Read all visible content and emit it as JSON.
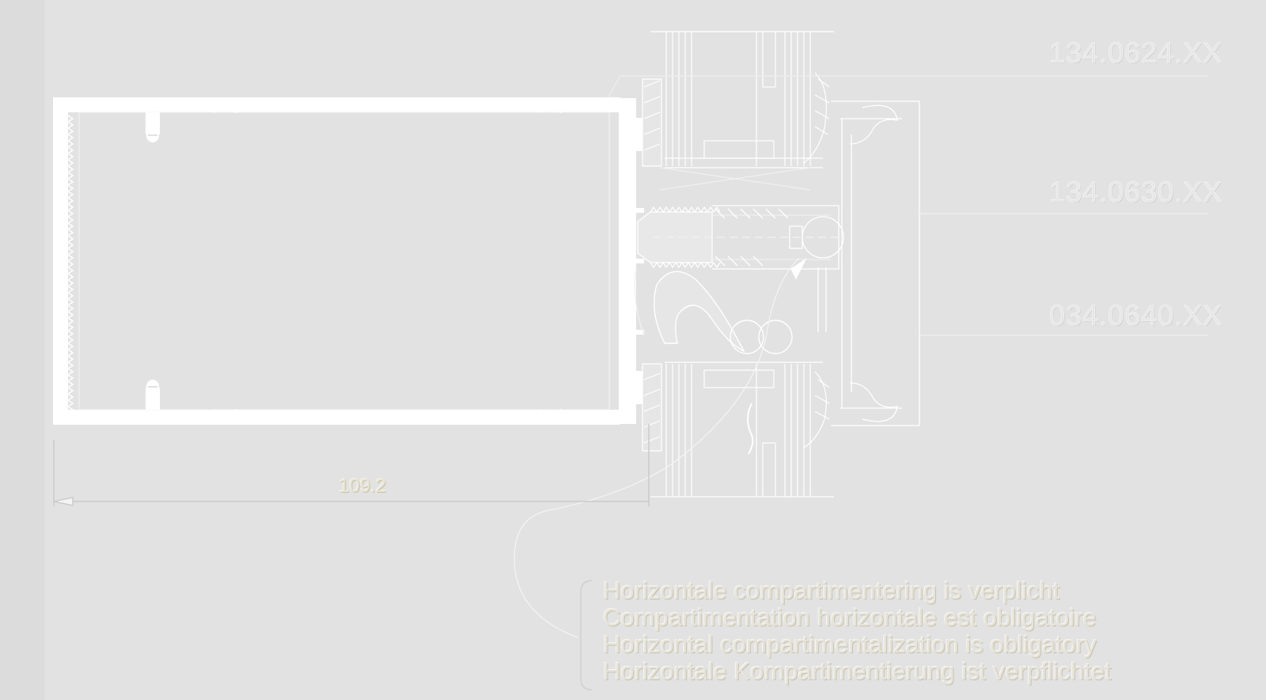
{
  "drawing": {
    "part_labels": [
      "134.0624.XX",
      "134.0630.XX",
      "034.0640.XX"
    ],
    "dimension": "109.2",
    "note_lines": [
      "Horizontale compartimentering is verplicht",
      "Compartimentation horizontale est obligatoire",
      "Horizontal compartimentalization is obligatory",
      "Horizontale Kompartimentierung ist verpflichtet"
    ]
  }
}
